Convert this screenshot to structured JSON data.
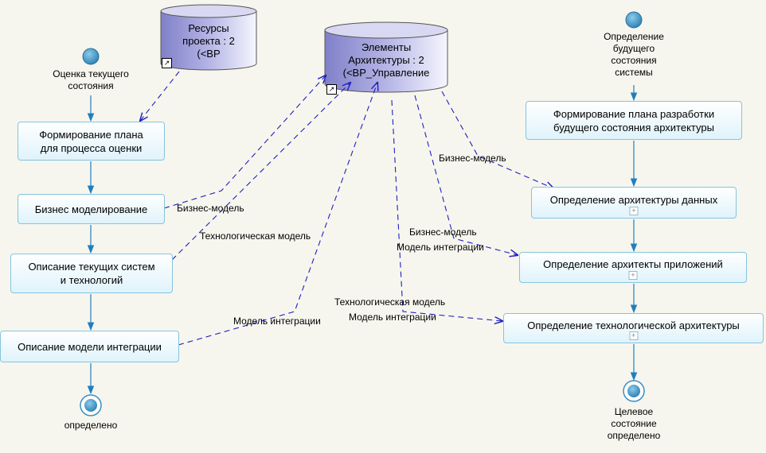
{
  "resources": {
    "text": "Ресурсы\nпроекта : 2\n(<BP"
  },
  "elements": {
    "text": "Элементы\nАрхитектуры : 2\n(<BP_Управление"
  },
  "left_flow": {
    "start_label": "Оценка текущего\nсостояния",
    "tasks": [
      "Формирование плана\nдля процесса оценки",
      "Бизнес моделирование",
      "Описание текущих систем\nи технологий",
      "Описание модели интеграции"
    ],
    "end_label": "определено"
  },
  "right_flow": {
    "start_label": "Определение\nбудущего\nсостояния\nсистемы",
    "tasks": [
      "Формирование плана разработки\nбудущего состояния архитектуры",
      "Определение архитектуры данных",
      "Определение архитекты приложений",
      "Определение технологической архитектуры"
    ],
    "end_label": "Целевое\nсостояние\nопределено"
  },
  "flow_labels": {
    "biz_left": "Бизнес-модель",
    "tech_left": "Технологическая модель",
    "integ_left": "Модель интеграции",
    "biz_right_top": "Бизнес-модель",
    "biz_right_mid": "Бизнес-модель",
    "integ_right_mid": "Модель интеграции",
    "tech_right": "Технологическая модель",
    "integ_right_bottom": "Модель интеграции"
  },
  "colors": {
    "control_flow": "#1f7fbf",
    "object_flow": "#2020c0",
    "node_fill": "#3a8fc4",
    "cylinder_fill": "#9a9ad6"
  }
}
